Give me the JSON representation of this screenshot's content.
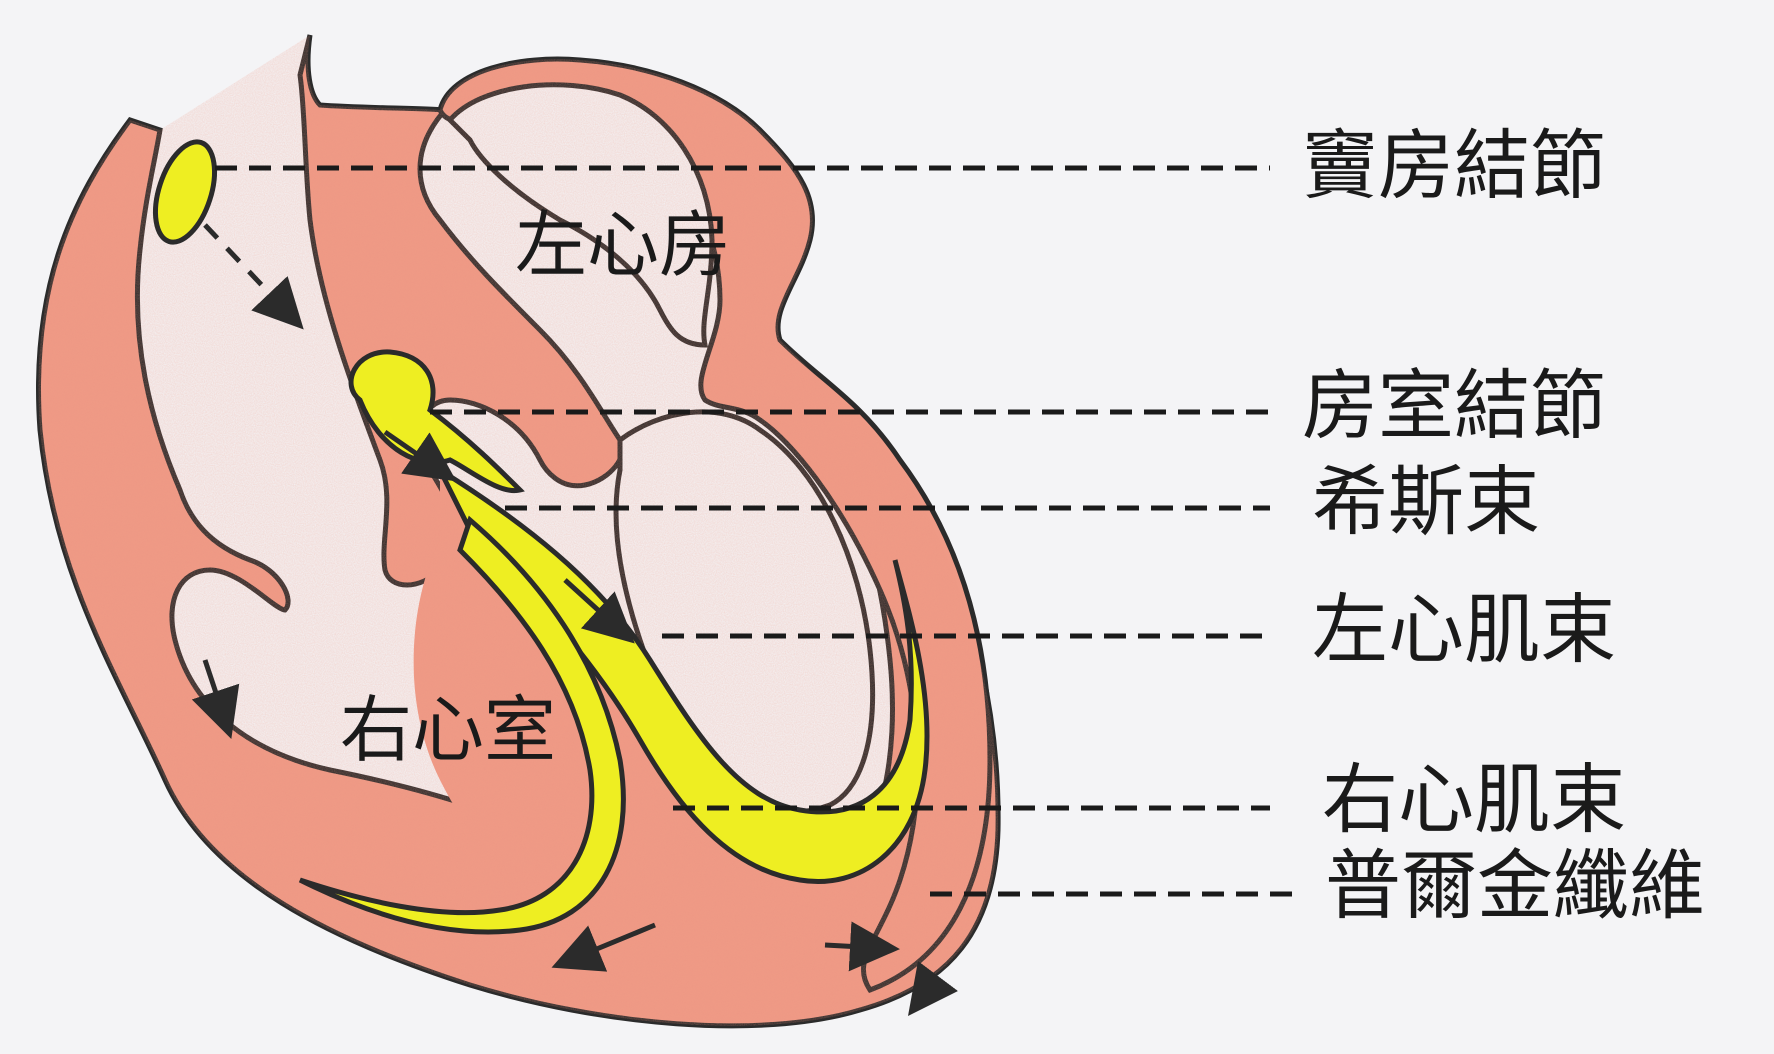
{
  "diagram": {
    "region_labels": {
      "left_atrium": "左心房",
      "right_ventricle": "右心室"
    },
    "leader_labels": {
      "sa_node": "竇房結節",
      "av_node": "房室結節",
      "his_bundle": "希斯束",
      "left_bundle_branch": "左心肌束",
      "right_bundle_branch": "右心肌束",
      "purkinje_fibers": "普爾金纖維"
    },
    "colors": {
      "background": "#f4f4f6",
      "muscle": "#ef9a86",
      "muscle_dark": "#e26c55",
      "conduction": "#eeee22",
      "outline": "#2b2b2b"
    }
  }
}
